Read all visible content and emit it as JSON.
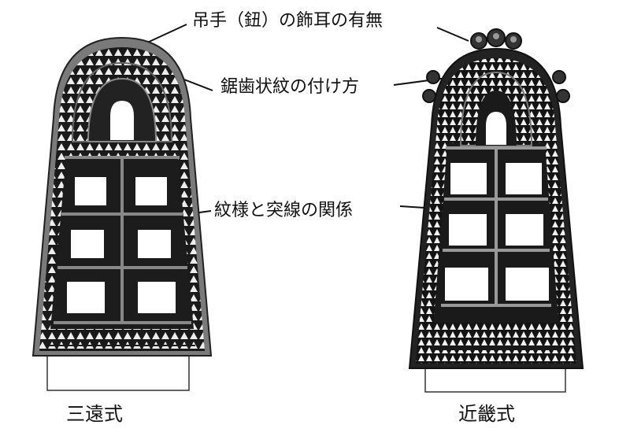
{
  "labels": {
    "ear": "吊手（鈕）の飾耳の有無",
    "sawtooth": "鋸歯状紋の付け方",
    "pattern": "紋様と突線の関係"
  },
  "captions": {
    "left": "三遠式",
    "right": "近畿式"
  },
  "colors": {
    "bronze": "#1a1a1a",
    "band": "#555555",
    "white": "#ffffff"
  }
}
